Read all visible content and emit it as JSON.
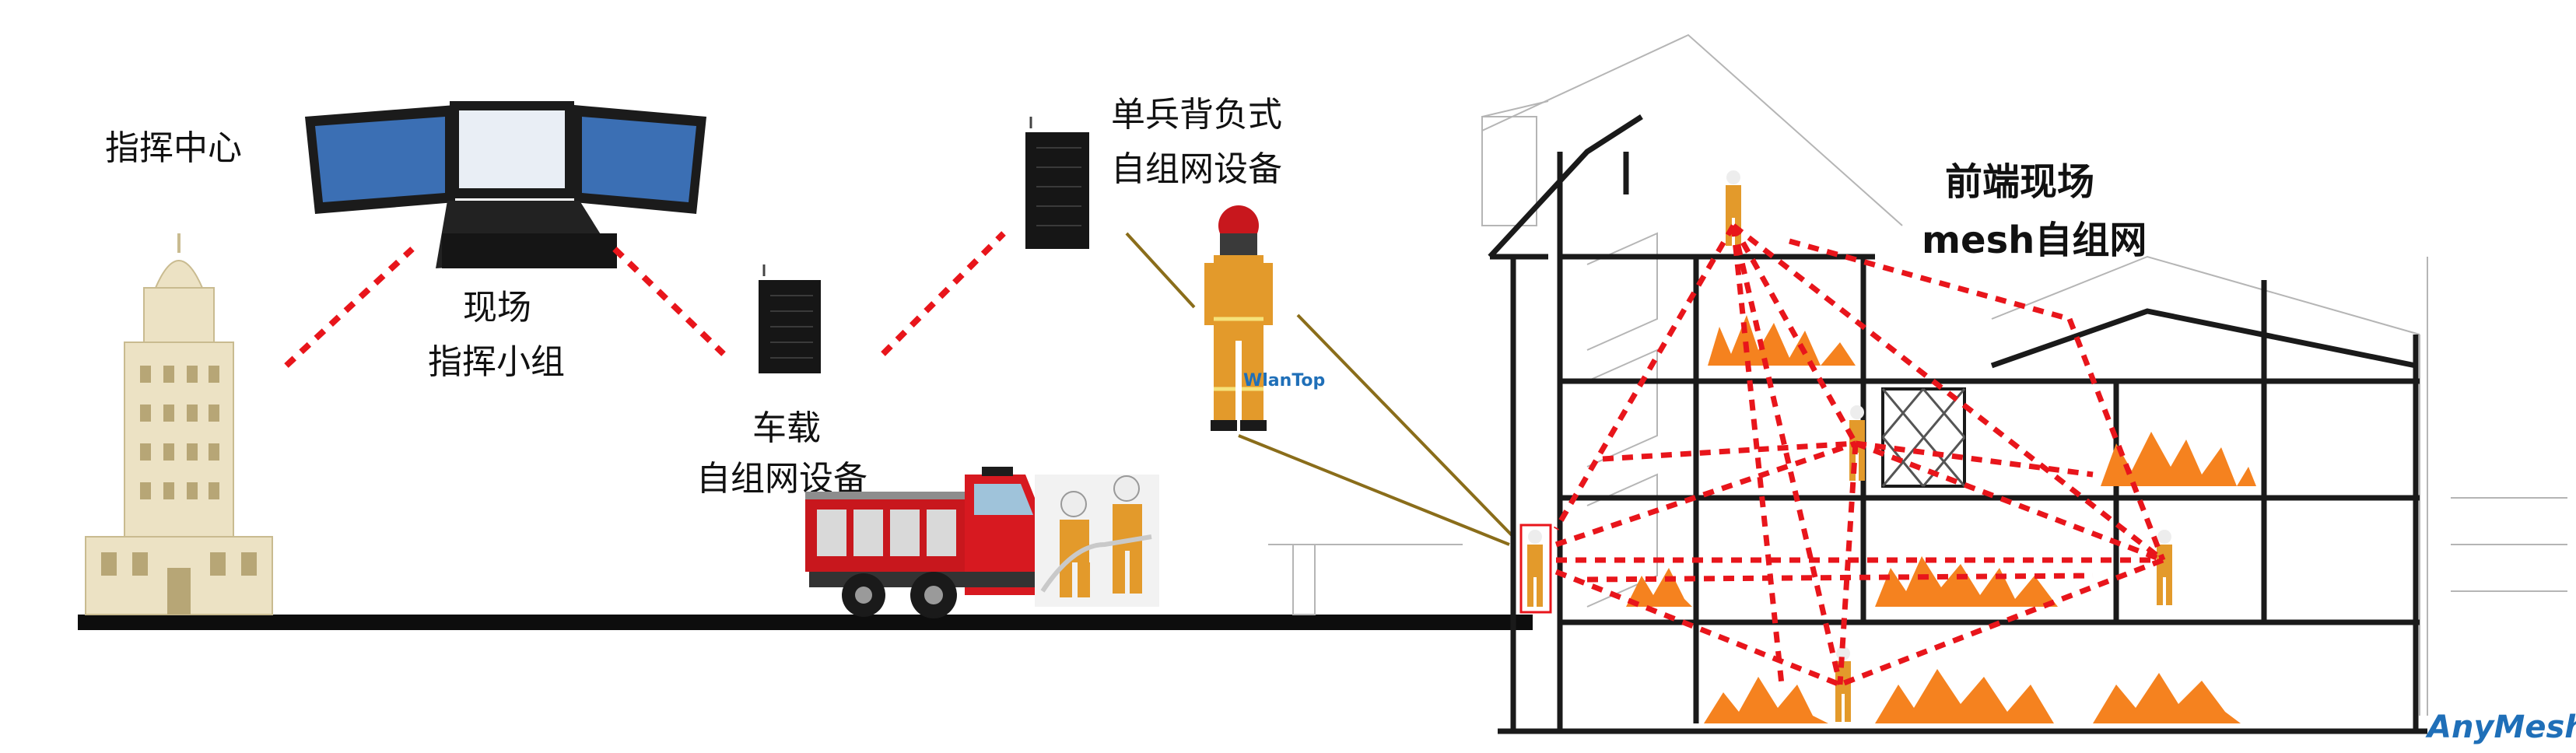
{
  "labels": {
    "command_center": "指挥中心",
    "field_command_line1": "现场",
    "field_command_line2": "指挥小组",
    "vehicle_line1": "车载",
    "vehicle_line2": "自组网设备",
    "manpack_line1": "单兵背负式",
    "manpack_line2": "自组网设备",
    "frontline_line1": "前端现场",
    "frontline_line2": "mesh自组网"
  },
  "device_brand": "WlanTop",
  "logo_text": "AnyMesh",
  "colors": {
    "link_red": "#e8151b",
    "radio_link": "#8a6d1a",
    "ground": "#0d0d0d",
    "fire": "#f5821f",
    "tower": "#ece2c4",
    "logo_blue": "#1f6fb8",
    "uniform": "#e39a2b"
  },
  "icons": [
    "command-tower",
    "rugged-laptop",
    "mesh-radio",
    "fire-truck",
    "firefighter",
    "fire",
    "building-section"
  ]
}
